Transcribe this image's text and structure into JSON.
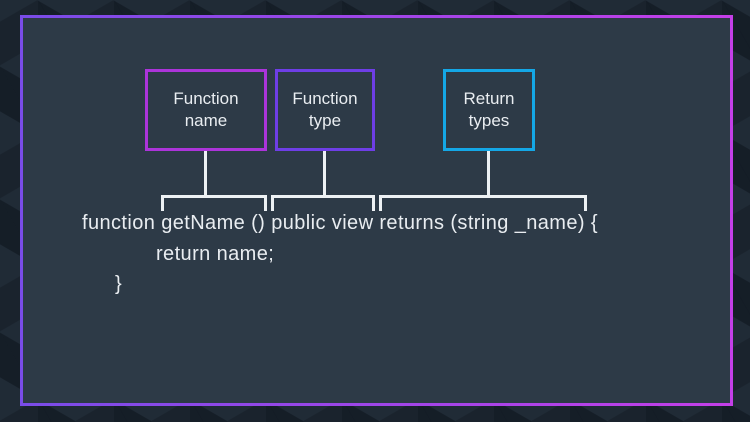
{
  "diagram": {
    "boxes": [
      {
        "label": "Function\nname"
      },
      {
        "label": "Function\ntype"
      },
      {
        "label": "Return\ntypes"
      }
    ],
    "code": {
      "lines": [
        "function getName () public view returns (string _name) {",
        "return name;",
        "}"
      ]
    }
  },
  "colors": {
    "box1-border": "#ac34da",
    "box2-border": "#6e3ee6",
    "box3-border": "#14a7e6",
    "frame-border-left": "#7a4ce8",
    "frame-border-right": "#c43fe8",
    "panel-bg": "#2d3a47",
    "outer-bg": "#1a232d",
    "text": "#e9edf1",
    "connector": "#edf1f4"
  }
}
